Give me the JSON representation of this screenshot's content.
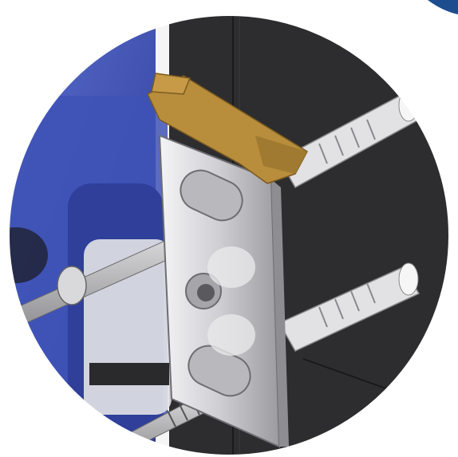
{
  "illustration": {
    "subject": "mounting-bracket-installation",
    "parts": [
      "blue-panel",
      "dark-wall",
      "metal-bracket",
      "brown-wedge",
      "wall-plugs",
      "screws"
    ]
  },
  "colors": {
    "panel_blue": "#3f52b8",
    "wall_dark": "#2d2d2f",
    "bracket_steel": "#cfcfd3",
    "wedge_brown": "#b88d3c",
    "plug_grey": "#dcdcdc",
    "badge_blue": "#1d4d8f"
  }
}
